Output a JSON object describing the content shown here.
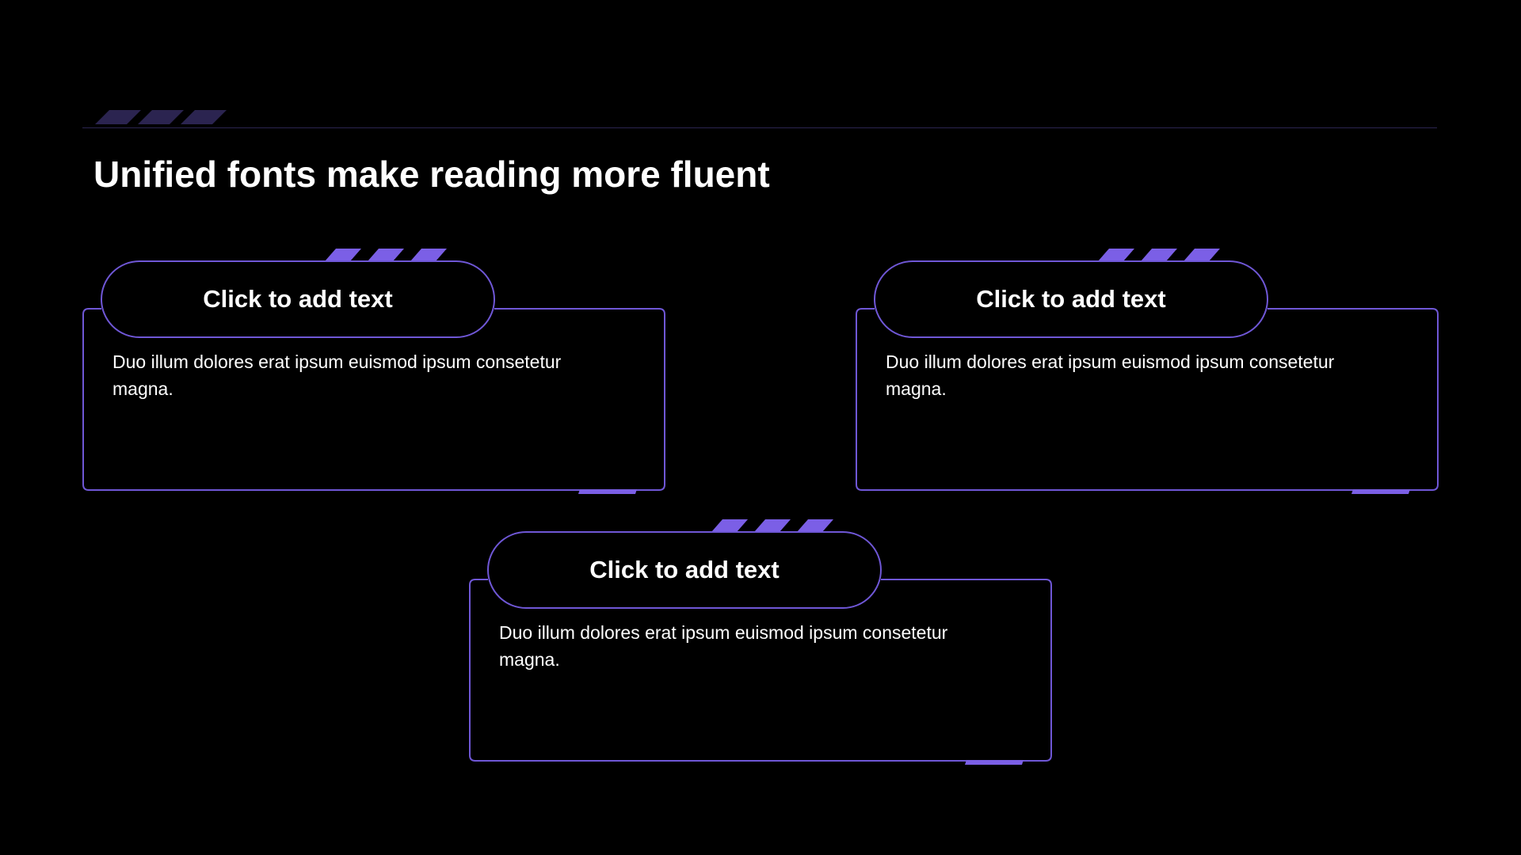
{
  "slide": {
    "title": "Unified fonts make reading more fluent"
  },
  "cards": [
    {
      "heading": "Click to add text",
      "body": "Duo illum dolores erat ipsum euismod ipsum consetetur magna."
    },
    {
      "heading": "Click to add text",
      "body": "Duo illum dolores erat ipsum euismod ipsum consetetur magna."
    },
    {
      "heading": "Click to add text",
      "body": "Duo illum dolores erat ipsum euismod ipsum consetetur magna."
    }
  ],
  "colors": {
    "background": "#000000",
    "accent": "#7b5fe6",
    "accent_dim": "#2b2450",
    "text": "#ffffff"
  }
}
